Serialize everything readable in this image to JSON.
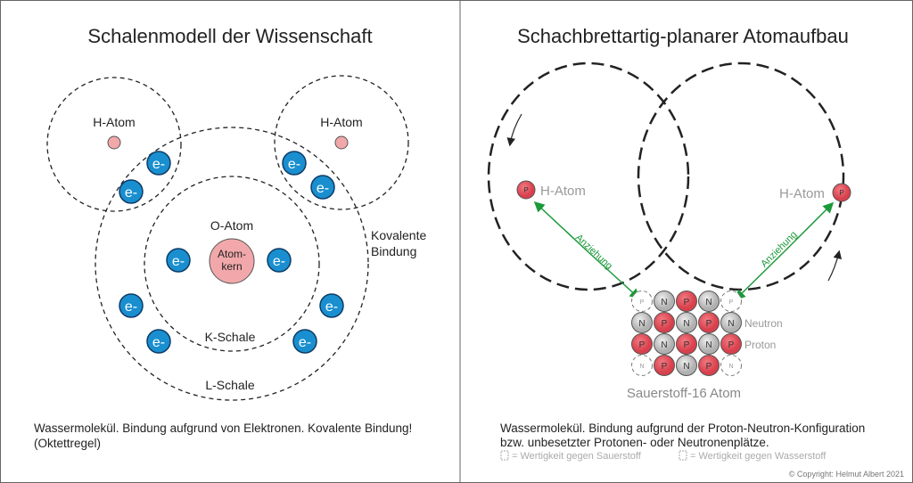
{
  "left": {
    "title": "Schalenmodell der Wissenschaft",
    "h_atom_label": "H-Atom",
    "o_atom_label": "O-Atom",
    "nucleus_label_1": "Atom-",
    "nucleus_label_2": "kern",
    "electron_label": "e-",
    "k_shell": "K-Schale",
    "l_shell": "L-Schale",
    "bond_label_1": "Kovalente",
    "bond_label_2": "Bindung",
    "caption_1": "Wassermolekül. Bindung aufgrund von Elektronen. Kovalente Bindung!",
    "caption_2": "(Oktettregel)"
  },
  "right": {
    "title": "Schachbrettartig-planarer Atomaufbau",
    "h_atom_label": "H-Atom",
    "proton_short": "P",
    "neutron_short": "N",
    "attraction": "Anziehung",
    "neutron_label": "Neutron",
    "proton_label": "Proton",
    "atom_label": "Sauerstoff-16 Atom",
    "grid": [
      [
        "p0",
        "N",
        "P",
        "N",
        "p0"
      ],
      [
        "N",
        "P",
        "N",
        "P",
        "N"
      ],
      [
        "P",
        "N",
        "P",
        "N",
        "P"
      ],
      [
        "n0",
        "P",
        "N",
        "P",
        "n0"
      ]
    ],
    "caption_1": "Wassermolekül. Bindung aufgrund der Proton-Neutron-Konfiguration",
    "caption_2": "bzw. unbesetzter Protonen- oder Neutronenplätze.",
    "legend_oxygen": "= Wertigkeit gegen Sauerstoff",
    "legend_hydrogen": "= Wertigkeit gegen Wasserstoff",
    "copyright": "© Copyright: Helmut Albert 2021"
  },
  "colors": {
    "electron": "#1a8fd0",
    "proton": "#e0505a",
    "neutron": "#c8c8c8",
    "nucleus": "#f2a8aa",
    "arrow": "#1a9a3a"
  }
}
